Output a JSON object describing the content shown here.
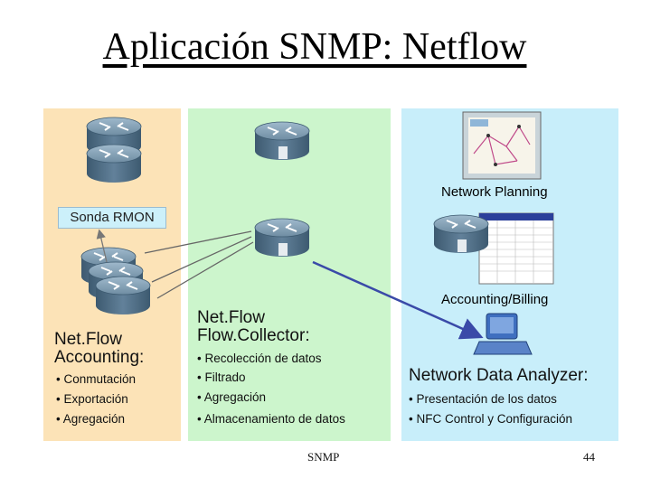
{
  "title": "Aplicación SNMP: Netflow",
  "labels": {
    "network_planning": "Network Planning",
    "sonda_rmon": "Sonda RMON",
    "accounting_billing": "Accounting/Billing"
  },
  "columns": {
    "accounting": {
      "heading_line1": "Net.Flow",
      "heading_line2": "Accounting:",
      "bullets": [
        "• Conmutación",
        "• Exportación",
        "• Agregación"
      ]
    },
    "collector": {
      "heading_line1": "Net.Flow",
      "heading_line2": "Flow.Collector:",
      "bullets": [
        "• Recolección de datos",
        "• Filtrado",
        "• Agregación",
        "• Almacenamiento de datos"
      ]
    },
    "analyzer": {
      "heading": "Network Data Analyzer:",
      "bullets": [
        "• Presentación de los datos",
        "• NFC Control y Configuración"
      ]
    }
  },
  "footer": {
    "center": "SNMP",
    "page_number": "44"
  },
  "colors": {
    "left": "#fce3b7",
    "middle": "#ccf5cc",
    "right": "#c8eefa",
    "router": "#4f6f86",
    "arrow": "#3a4aa8"
  }
}
